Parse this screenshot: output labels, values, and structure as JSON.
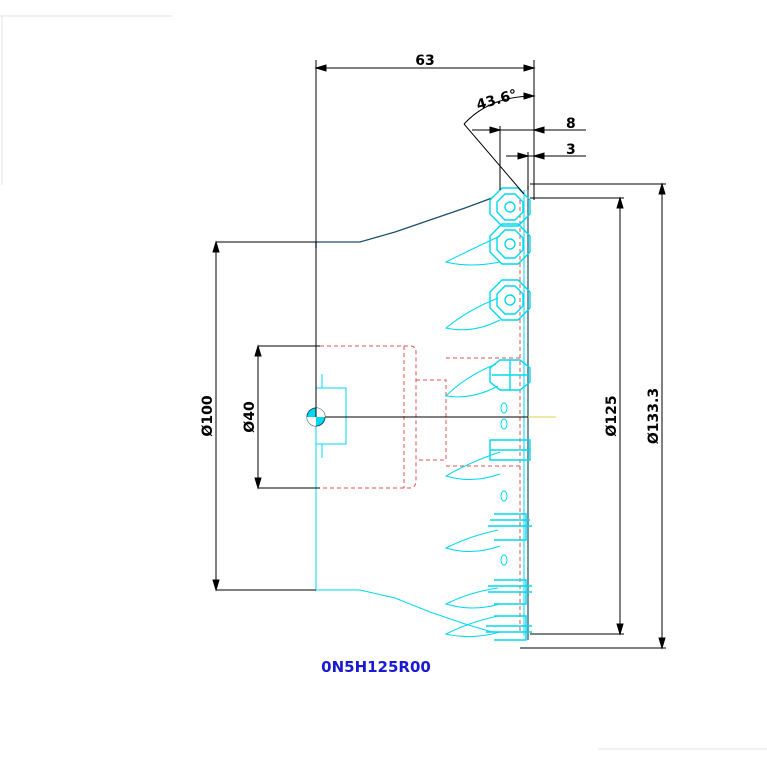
{
  "drawing": {
    "part_number": "0N5H125R00",
    "dimensions": {
      "length": "63",
      "angle": "43.6°",
      "offset_a": "8",
      "offset_b": "3",
      "dia_100": "Ø100",
      "dia_40": "Ø40",
      "dia_125": "Ø125",
      "dia_133": "Ø133.3"
    }
  },
  "colors": {
    "outline": "#1e4f6e",
    "cyan": "#00d9ef",
    "hidden": "#e05050",
    "dimension": "#000000",
    "label": "#1a1ad6",
    "centerline": "#d6d64a"
  }
}
